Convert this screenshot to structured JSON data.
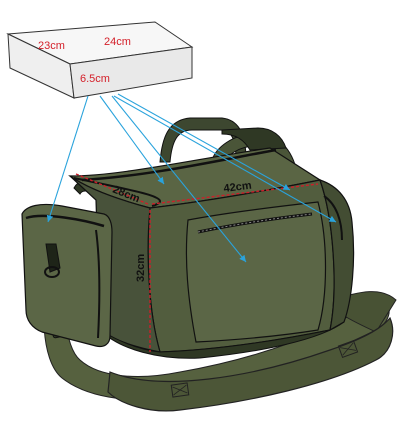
{
  "box": {
    "width_label": "23cm",
    "length_label": "24cm",
    "height_label": "6.5cm"
  },
  "bag": {
    "width_label": "28cm",
    "length_label": "42cm",
    "height_label": "32cm"
  },
  "colors": {
    "bag_body": "#4f5a3c",
    "bag_dark": "#2f3824",
    "bag_side": "#3f4a30",
    "strap": "#4a5538",
    "arrow": "#2aa3dc",
    "red_label": "#d4202a",
    "dim_line": "#cc1f2a"
  }
}
